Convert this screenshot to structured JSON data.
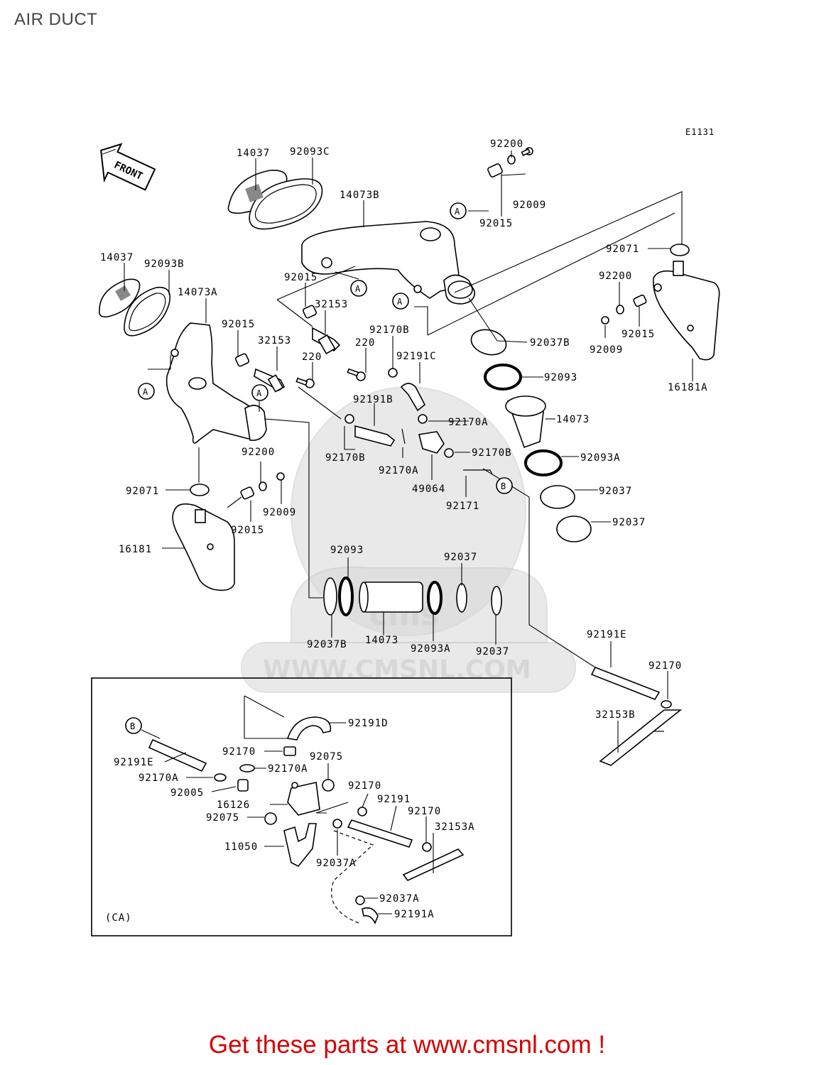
{
  "title": "AIR DUCT",
  "diagram_code": "E1131",
  "front_label": "FRONT",
  "inset_label": "(CA)",
  "watermark": "WWW.CMSNL.COM",
  "watermark_logo": "cms",
  "footer": "Get these parts at www.cmsnl.com !",
  "colors": {
    "footer": "#d40000",
    "title": "#444444",
    "watermark": "#cccccc"
  },
  "callouts": {
    "A1": "A",
    "A2": "A",
    "A3": "A",
    "A4": "A",
    "A5": "A",
    "B1": "B",
    "B2": "B"
  },
  "labels": {
    "p14037_top": "14037",
    "p92093C": "92093C",
    "p14073B": "14073B",
    "p92200_top": "92200",
    "p92009_top": "92009",
    "p92015_top": "92015",
    "p92071_right": "92071",
    "p92200_right": "92200",
    "p92015_right": "92015",
    "p92009_right": "92009",
    "p16181A": "16181A",
    "p14037_left": "14037",
    "p92093B": "92093B",
    "p14073A": "14073A",
    "p92015_mid": "92015",
    "p32153_a": "32153",
    "p92015_left": "92015",
    "p32153_b": "32153",
    "p220_a": "220",
    "p220_b": "220",
    "p92170B_top": "92170B",
    "p92191C": "92191C",
    "p92037B_right": "92037B",
    "p92093_right": "92093",
    "p92191B": "92191B",
    "p92170A_mid": "92170A",
    "p14073_right": "14073",
    "p92170B_left": "92170B",
    "p92170A_low": "92170A",
    "p49064": "49064",
    "p92170B_mid": "92170B",
    "p92093A_right": "92093A",
    "p92171": "92171",
    "p92037_r1": "92037",
    "p92037_r2": "92037",
    "p92200_left": "92200",
    "p92071_left": "92071",
    "p92009_left": "92009",
    "p92015_low": "92015",
    "p16181": "16181",
    "p92093_c": "92093",
    "p92037_c": "92037",
    "p92037B_c": "92037B",
    "p14073_c": "14073",
    "p92093A_c": "92093A",
    "p92037_c2": "92037",
    "p92191E_r": "92191E",
    "p92170_r": "92170",
    "p32153B": "32153B",
    "i92191D": "92191D",
    "i92170_a": "92170",
    "i92170A_a": "92170A",
    "i92075_a": "92075",
    "i92191E": "92191E",
    "i92170A_b": "92170A",
    "i92005": "92005",
    "i92170_b": "92170",
    "i92191": "92191",
    "i16126": "16126",
    "i92170_c": "92170",
    "i92075_b": "92075",
    "i32153A": "32153A",
    "i11050": "11050",
    "i92037A_a": "92037A",
    "i92037A_b": "92037A",
    "i92191A": "92191A"
  }
}
